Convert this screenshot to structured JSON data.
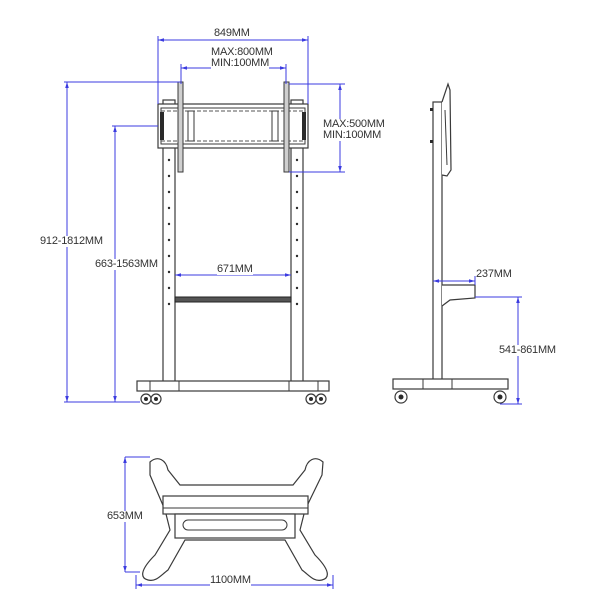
{
  "colors": {
    "dimension_line": "#3b3be0",
    "outline": "#3a3a3a",
    "label_text": "#333333",
    "background": "#ffffff"
  },
  "front_view": {
    "overall_width": "849MM",
    "vesa_horizontal": {
      "max": "MAX:800MM",
      "min": "MIN:100MM"
    },
    "vesa_vertical": {
      "max": "MAX:500MM",
      "min": "MIN:100MM"
    },
    "overall_height_range": "912-1812MM",
    "mount_center_height_range": "663-1563MM",
    "inner_pole_spacing": "671MM"
  },
  "side_view": {
    "shelf_depth": "237MM",
    "shelf_height_range": "541-861MM"
  },
  "top_view": {
    "base_depth": "653MM",
    "base_width": "1100MM"
  }
}
